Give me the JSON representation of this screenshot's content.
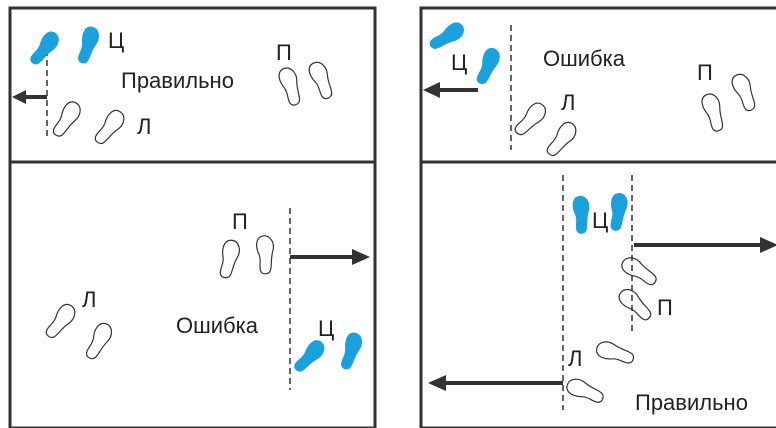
{
  "colors": {
    "active_foot": "#1aa0dc",
    "outline": "#333333",
    "line": "#333333"
  },
  "panels": [
    {
      "labels": {
        "center": "Ц",
        "status": "Правильно",
        "left": "Л",
        "right": "П"
      }
    },
    {
      "labels": {
        "center": "Ц",
        "status": "Ошибка",
        "left": "Л",
        "right": "П"
      }
    },
    {
      "labels": {
        "center": "Ц",
        "status": "Ошибка",
        "left": "Л",
        "right": "П"
      }
    },
    {
      "labels": {
        "center": "Ц",
        "status": "Правильно",
        "left": "Л",
        "right": "П"
      }
    }
  ]
}
